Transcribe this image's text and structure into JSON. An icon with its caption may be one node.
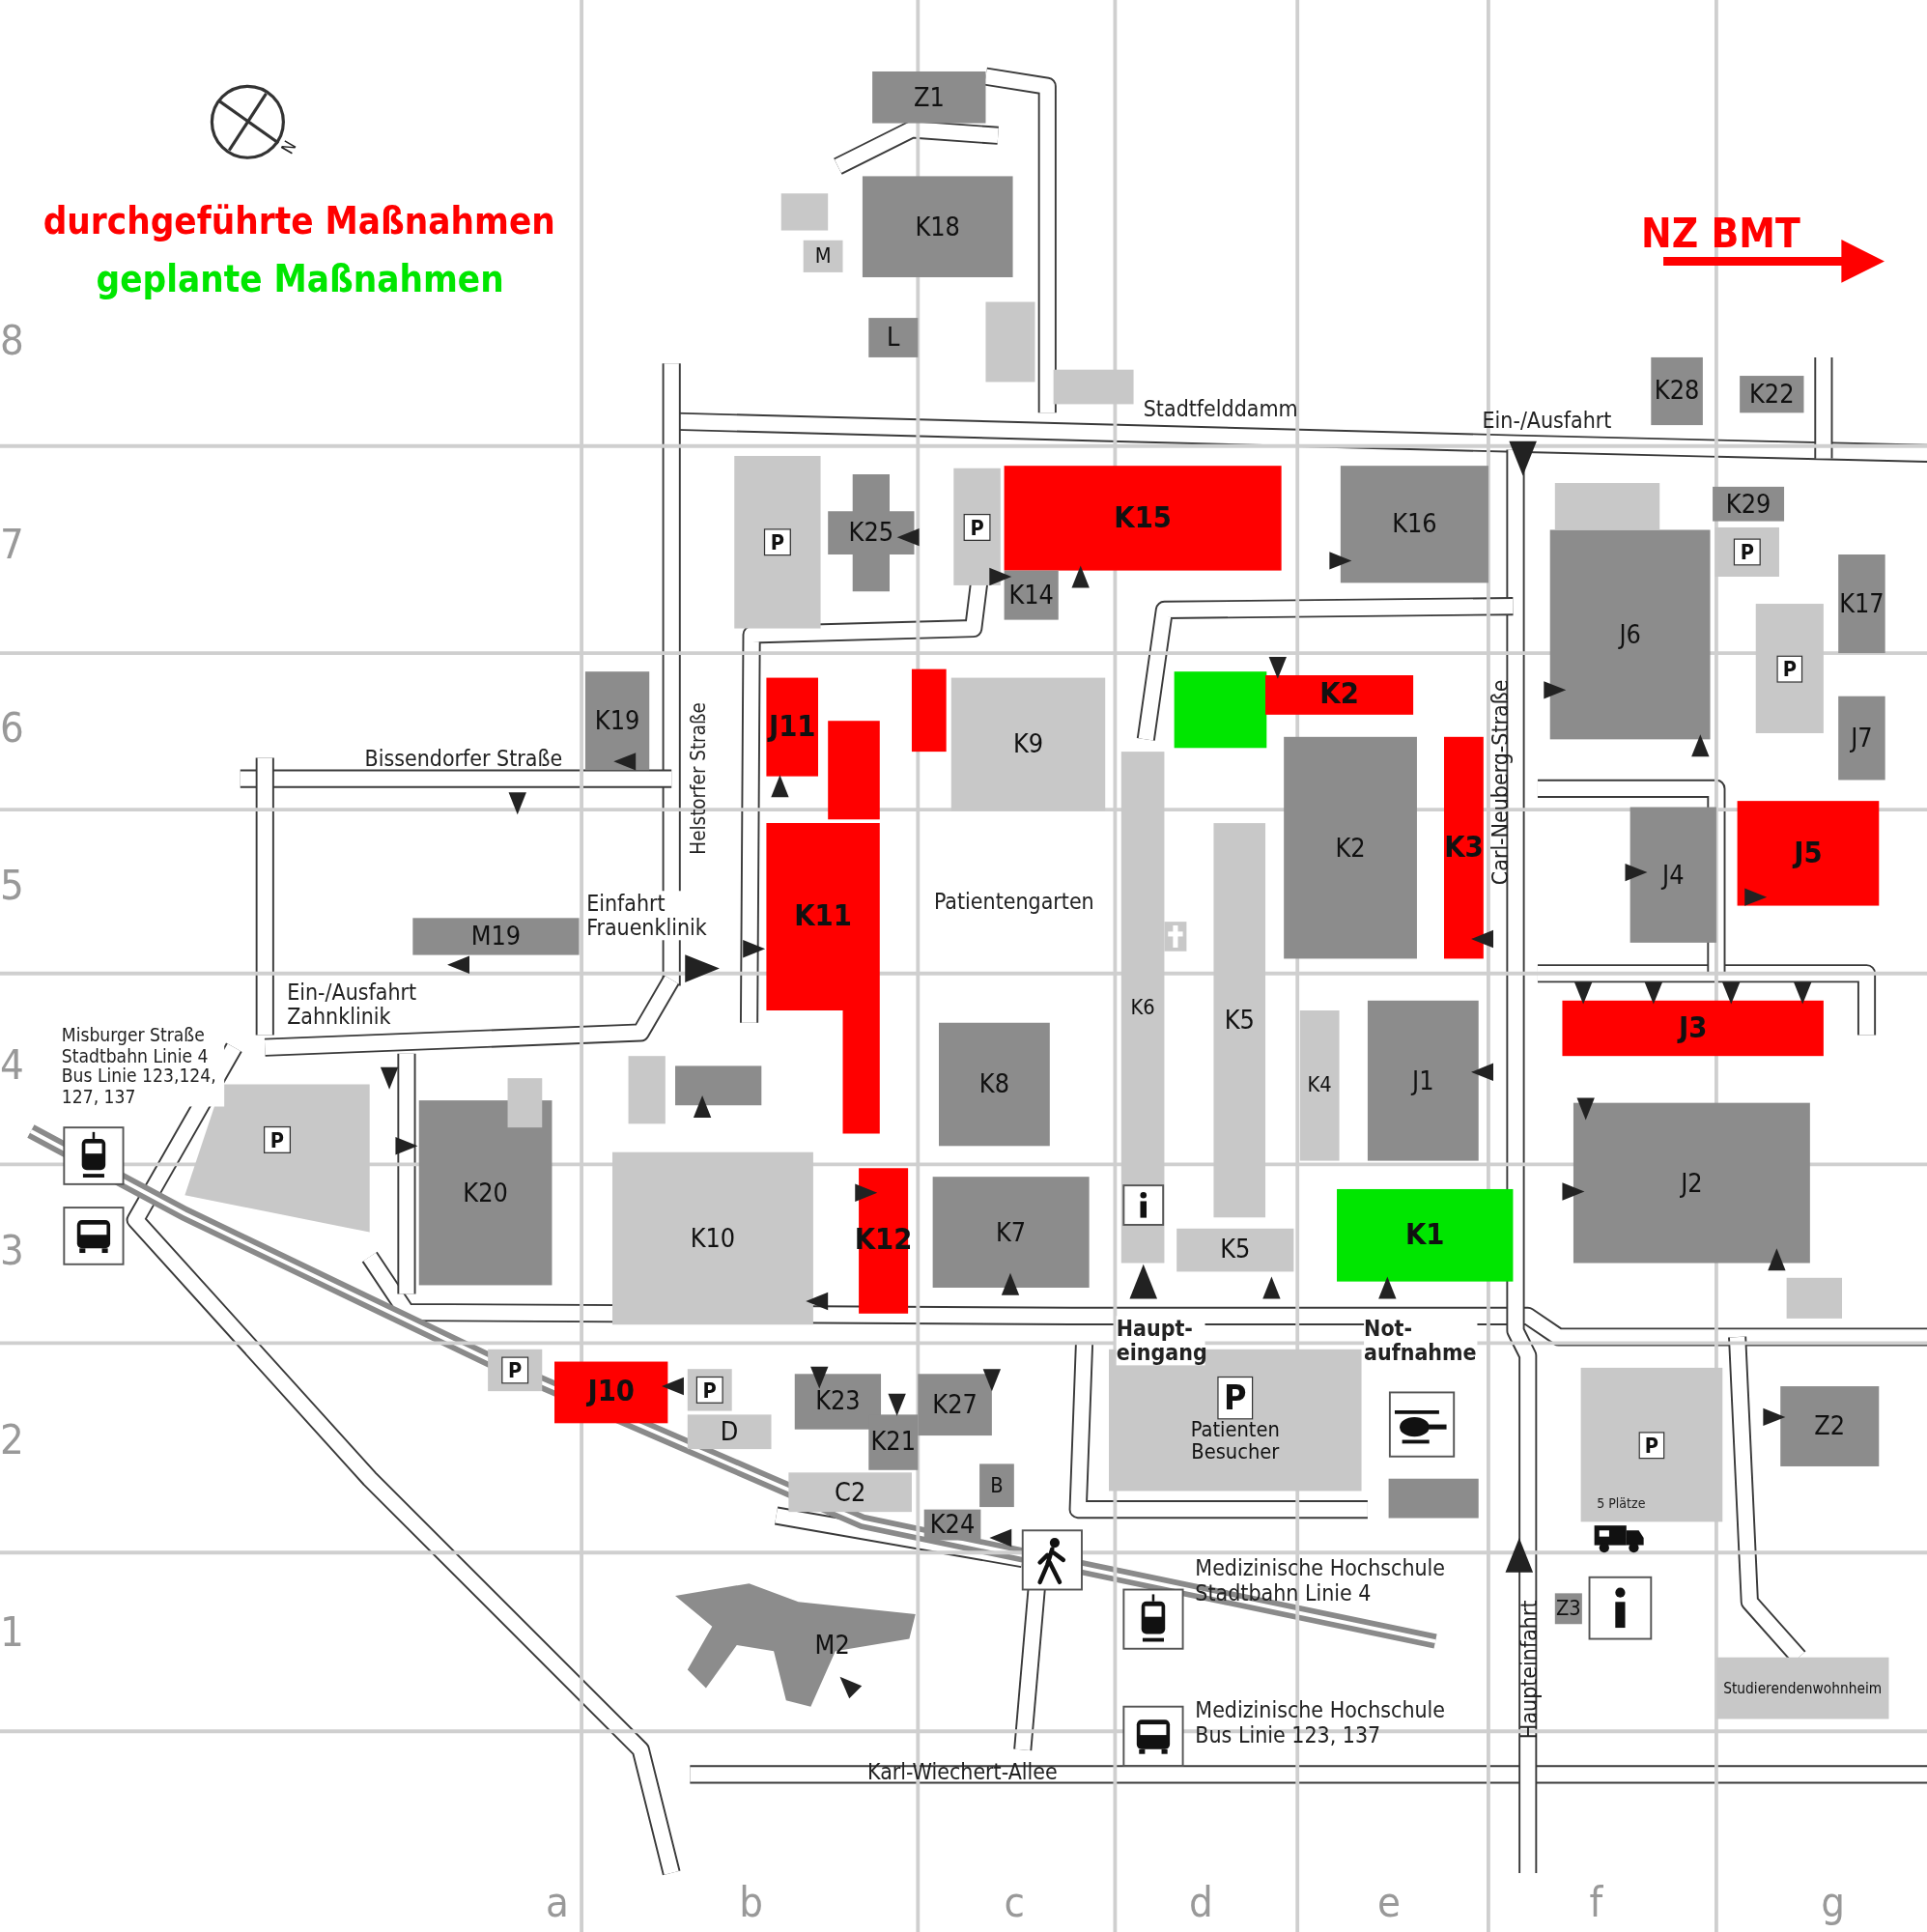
{
  "diagram": {
    "nodes": [
      {
        "text": [
          "Z1"
        ]
      },
      {
        "text": [
          "K18"
        ]
      },
      {
        "text": [
          "M"
        ]
      },
      {
        "text": [
          "L"
        ]
      },
      {
        "text": [
          "P"
        ]
      },
      {
        "text": [
          "K25"
        ]
      },
      {
        "text": [
          "P"
        ]
      },
      {
        "text": [
          "K15"
        ]
      },
      {
        "text": [
          "K14"
        ]
      },
      {
        "text": [
          "K16"
        ]
      },
      {
        "text": [
          "K28"
        ]
      },
      {
        "text": [
          "K22"
        ]
      },
      {
        "text": [
          "K29"
        ]
      },
      {
        "text": [
          "P"
        ]
      },
      {
        "text": [
          "J6"
        ]
      },
      {
        "text": [
          "K17"
        ]
      },
      {
        "text": [
          "P"
        ]
      },
      {
        "text": [
          "J7"
        ]
      },
      {
        "text": [
          "K19"
        ]
      },
      {
        "text": [
          "J11"
        ]
      },
      {
        "text": [],
        "shape": "box"
      },
      {
        "text": [
          "K9"
        ]
      },
      {
        "text": [],
        "shape": "box"
      },
      {
        "text": [
          "K2"
        ]
      },
      {
        "text": [
          "K3"
        ]
      },
      {
        "text": [
          "K2"
        ]
      },
      {
        "text": [
          "J4"
        ]
      },
      {
        "text": [
          "J5"
        ]
      },
      {
        "text": [
          "M19"
        ]
      },
      {
        "text": [
          "K11"
        ]
      },
      {
        "text": [],
        "shape": "box"
      },
      {
        "text": [
          "K6"
        ]
      },
      {
        "text": [
          "K5"
        ]
      },
      {
        "text": [
          "J1"
        ]
      },
      {
        "text": [
          "K4"
        ]
      },
      {
        "text": [
          "J3"
        ]
      },
      {
        "text": [
          "K8"
        ]
      },
      {
        "text": [
          "J2"
        ]
      },
      {
        "text": [
          "P"
        ]
      },
      {
        "text": [
          "K20"
        ]
      },
      {
        "text": [
          "K10"
        ]
      },
      {
        "text": [
          "K12"
        ]
      },
      {
        "text": [
          "K7"
        ]
      },
      {
        "text": [
          "K1"
        ]
      },
      {
        "text": [
          "K5"
        ]
      },
      {
        "text": [
          "J10"
        ]
      },
      {
        "text": [
          "P"
        ]
      },
      {
        "text": [
          "P"
        ]
      },
      {
        "text": [
          "D"
        ]
      },
      {
        "text": [
          "K23"
        ]
      },
      {
        "text": [
          "K21"
        ]
      },
      {
        "text": [
          "K27"
        ]
      },
      {
        "text": [
          "B"
        ]
      },
      {
        "text": [
          "C2"
        ]
      },
      {
        "text": [
          "K24"
        ]
      },
      {
        "text": [
          "P",
          "Patienten Besucher"
        ]
      },
      {
        "text": [
          "P"
        ]
      },
      {
        "text": [
          "Z2"
        ]
      },
      {
        "text": [
          "Z3"
        ]
      },
      {
        "text": [
          "M2"
        ]
      },
      {
        "text": [
          "Studierendenwohnheim"
        ]
      },
      {
        "text": [],
        "shape": "box"
      },
      {
        "text": [],
        "shape": "box"
      },
      {
        "text": [],
        "shape": "box"
      },
      {
        "text": [],
        "shape": "box"
      },
      {
        "text": [],
        "shape": "box"
      },
      {
        "text": [],
        "shape": "box"
      },
      {
        "text": [],
        "shape": "box"
      },
      {
        "text": [],
        "shape": "box"
      },
      {
        "text": [],
        "shape": "box"
      }
    ],
    "labels": [
      "NZ BMT",
      "8",
      "7",
      "6",
      "5",
      "4",
      "3",
      "2",
      "1",
      "Stadtfelddamm",
      "Ein-/Ausfahrt",
      "Helstorfer Straße",
      "Carl-Neuberg-Straße",
      "Bissendorfer Straße",
      "Einfahrt Frauenklinik",
      "Ein-/Ausfahrt Zahnklinik",
      "Patientengarten",
      "Misburger Straße Stadtbahn Linie 4 Bus Linie 123,124, 127, 137",
      "Haupt- eingang",
      "Not- aufnahme",
      "5 Plätze",
      "Medizinische Hochschule Stadtbahn Linie 4",
      "Medizinische Hochschule Bus Linie 123, 137",
      "Haupteinfahrt",
      "Karl-Wiechert-Allee",
      "a",
      "b",
      "c",
      "d",
      "e",
      "f",
      "g",
      "N"
    ],
    "legend": [
      {
        "text": "durchgeführte Maßnahmen",
        "color": "#ff0000"
      },
      {
        "text": "geplante Maßnahmen",
        "color": "#00e600"
      }
    ]
  }
}
